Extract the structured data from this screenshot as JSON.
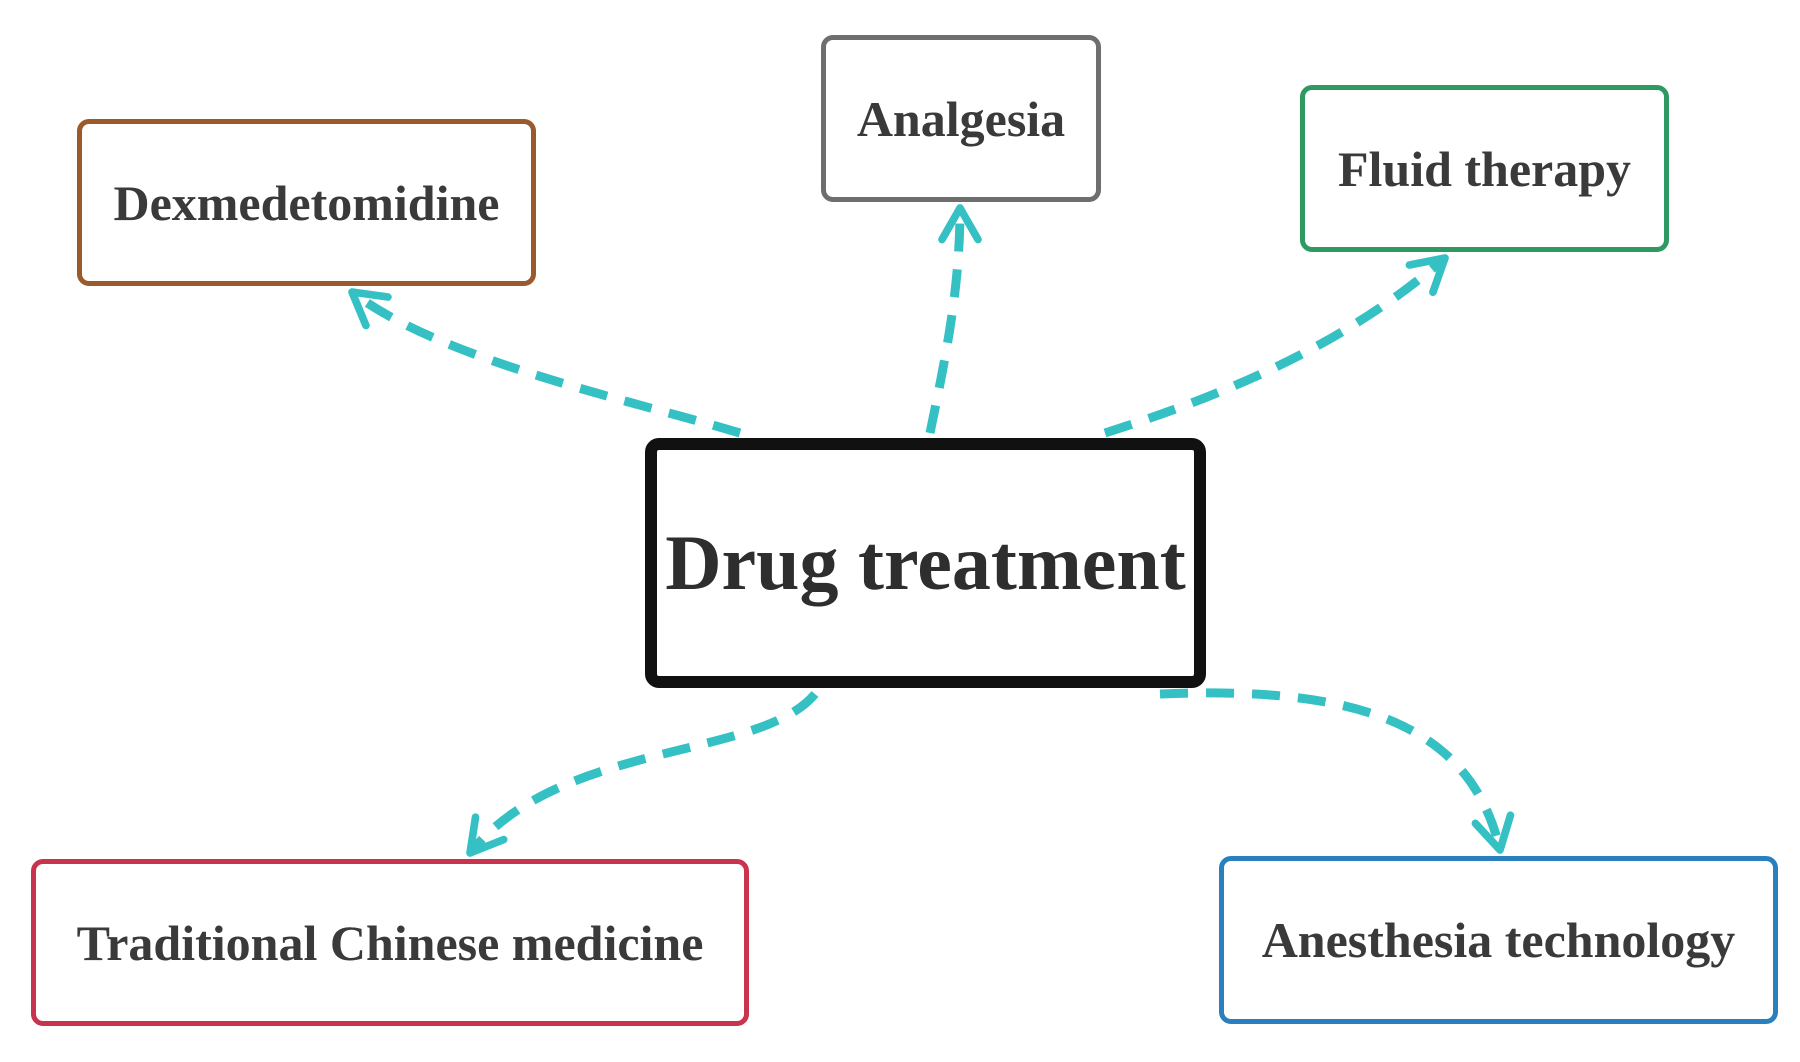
{
  "diagram": {
    "center": {
      "label": "Drug treatment",
      "color": "#111111"
    },
    "nodes": [
      {
        "id": "dex",
        "label": "Dexmedetomidine",
        "color": "#9a5a2c"
      },
      {
        "id": "ana",
        "label": "Analgesia",
        "color": "#6e6e6e"
      },
      {
        "id": "fluid",
        "label": "Fluid therapy",
        "color": "#2e9a62"
      },
      {
        "id": "tcm",
        "label": "Traditional Chinese medicine",
        "color": "#c8334d"
      },
      {
        "id": "anest",
        "label": "Anesthesia technology",
        "color": "#2a7fbf"
      }
    ],
    "edges": [
      {
        "from": "center",
        "to": "dex",
        "style": "dashed",
        "color": "#35c1c4"
      },
      {
        "from": "center",
        "to": "ana",
        "style": "dashed",
        "color": "#35c1c4"
      },
      {
        "from": "center",
        "to": "fluid",
        "style": "dashed",
        "color": "#35c1c4"
      },
      {
        "from": "center",
        "to": "tcm",
        "style": "dashed",
        "color": "#35c1c4"
      },
      {
        "from": "center",
        "to": "anest",
        "style": "dashed",
        "color": "#35c1c4"
      }
    ]
  }
}
